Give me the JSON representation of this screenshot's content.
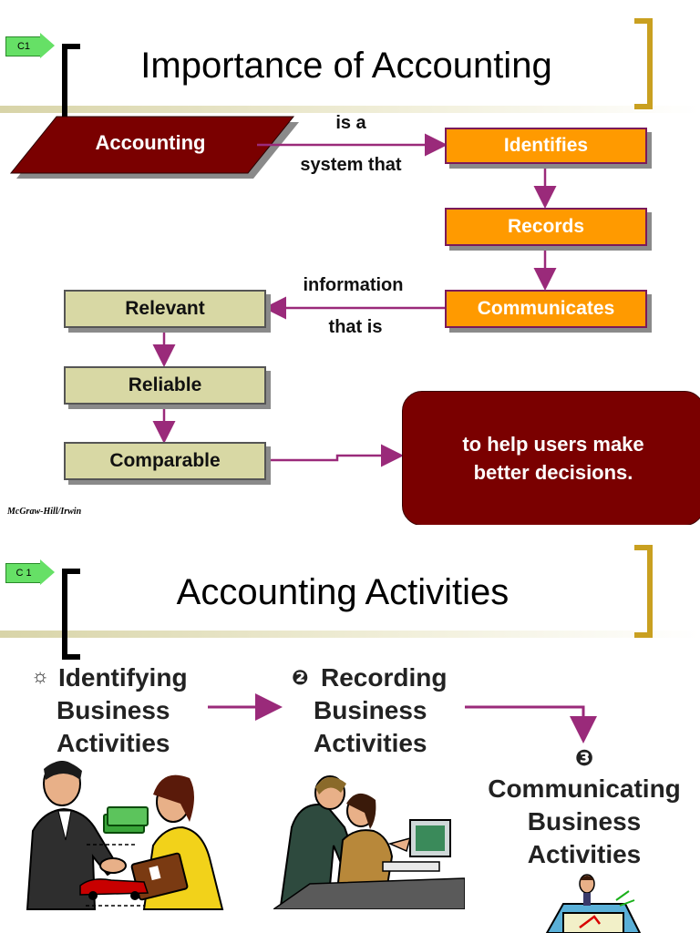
{
  "slide1": {
    "tag": "C1",
    "title": "Importance of Accounting",
    "accounting": "Accounting",
    "connector_top_1": "is a",
    "connector_top_2": "system that",
    "steps": [
      "Identifies",
      "Records",
      "Communicates"
    ],
    "connector_mid_1": "information",
    "connector_mid_2": "that is",
    "qualities": [
      "Relevant",
      "Reliable",
      "Comparable"
    ],
    "goal": "to help users make better decisions.",
    "publisher": "McGraw-Hill/Irwin"
  },
  "slide2": {
    "tag": "C 1",
    "title": "Accounting Activities",
    "activity1": {
      "marker": "☼",
      "line1": "Identifying",
      "line2": "Business",
      "line3": "Activities"
    },
    "activity2": {
      "marker": "❷",
      "line1": "Recording",
      "line2": "Business",
      "line3": "Activities"
    },
    "activity3": {
      "marker": "❸",
      "line1": "Communicating",
      "line2": "Business",
      "line3": "Activities"
    }
  },
  "colors": {
    "maroon": "#7a0000",
    "orange": "#ff9a00",
    "khaki": "#d8d8a4",
    "arrow": "#9a2a7a",
    "gold": "#c9a020"
  }
}
